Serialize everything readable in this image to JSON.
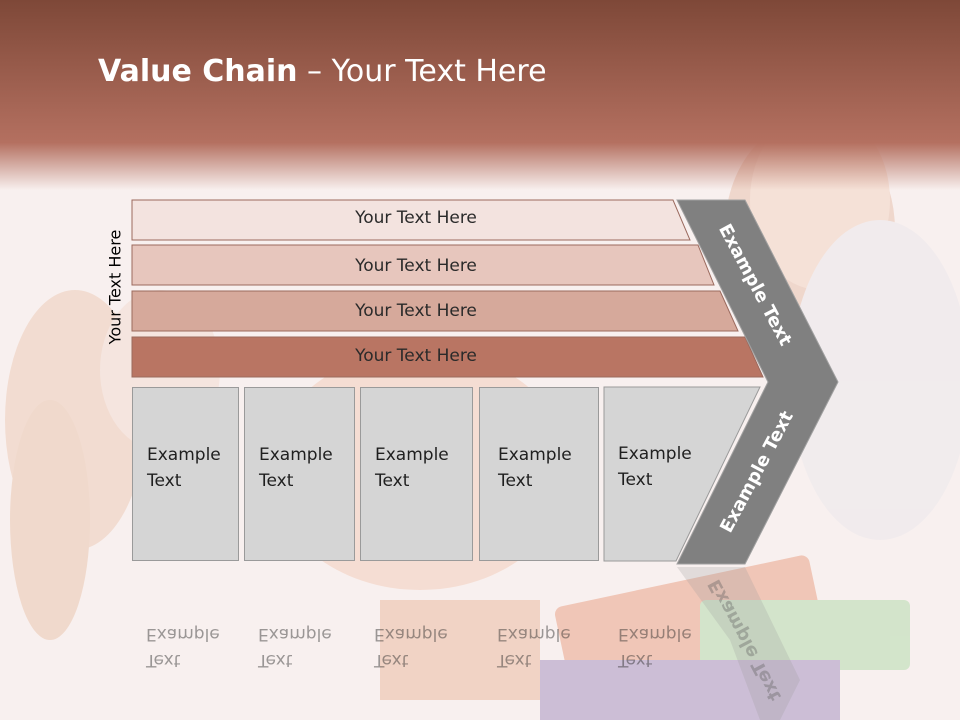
{
  "slide": {
    "title_bold": "Value Chain",
    "title_rest": " – Your Text Here",
    "vertical_label": "Your Text Here",
    "bands": [
      "Your Text Here",
      "Your Text Here",
      "Your Text Here",
      "Your Text Here"
    ],
    "boxes": [
      {
        "line1": "Example",
        "line2": "Text"
      },
      {
        "line1": "Example",
        "line2": "Text"
      },
      {
        "line1": "Example",
        "line2": "Text"
      },
      {
        "line1": "Example",
        "line2": "Text"
      },
      {
        "line1": "Example",
        "line2": "Text"
      }
    ],
    "arrow_upper": "Example Text",
    "arrow_lower": "Example Text"
  },
  "colors": {
    "header_top": "#8b5242",
    "header_bottom": "#b77364",
    "band1": "#f3e3df",
    "band2": "#e7c6bd",
    "band3": "#d6a99b",
    "band4": "#b97563",
    "chevron": "#808080",
    "box": "#d5d5d5"
  }
}
